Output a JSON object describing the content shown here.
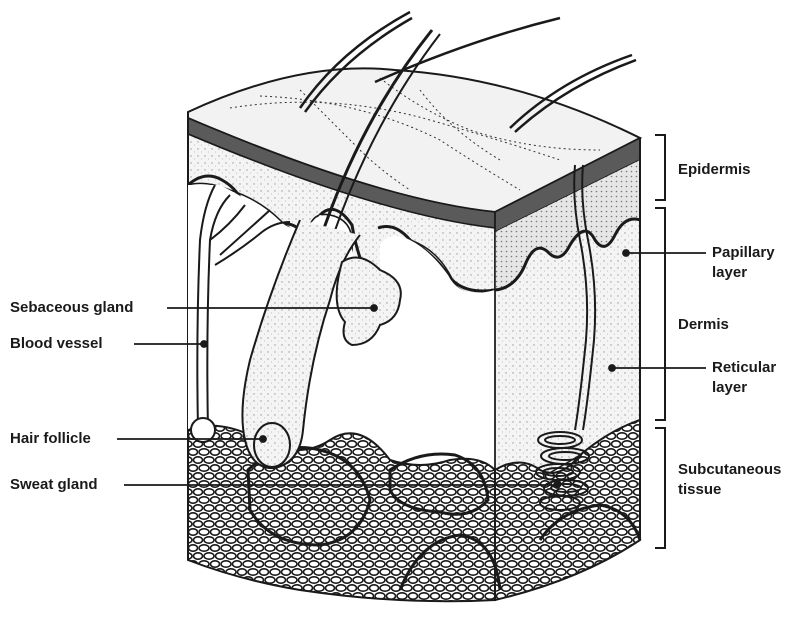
{
  "colors": {
    "ink": "#1a1a1a",
    "stipple": "#e3e3e3",
    "epidermis_band": "#5a5a5a",
    "background": "#ffffff"
  },
  "labels": {
    "sebaceous_gland": "Sebaceous gland",
    "blood_vessel": "Blood vessel",
    "hair_follicle": "Hair follicle",
    "sweat_gland": "Sweat gland",
    "epidermis": "Epidermis",
    "papillary_layer_1": "Papillary",
    "papillary_layer_2": "layer",
    "dermis": "Dermis",
    "reticular_layer_1": "Reticular",
    "reticular_layer_2": "layer",
    "subcutaneous_tissue_1": "Subcutaneous",
    "subcutaneous_tissue_2": "tissue"
  }
}
